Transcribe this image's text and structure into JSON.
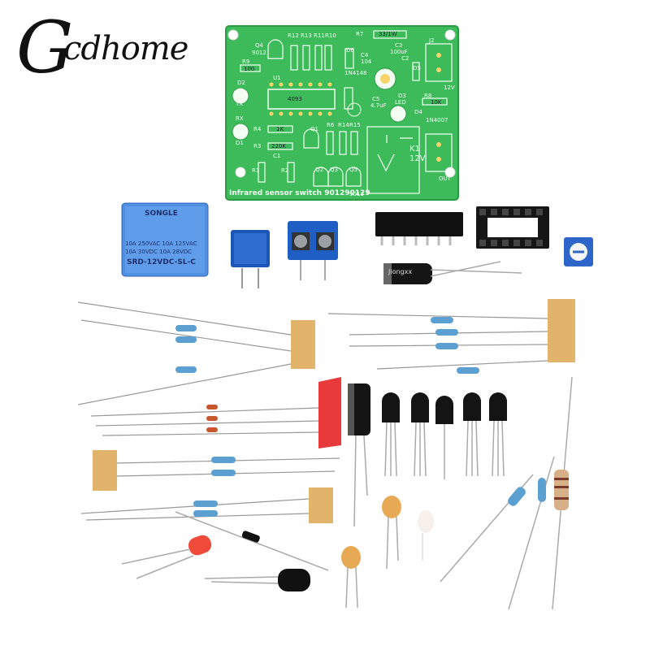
{
  "logo": {
    "initial": "G",
    "rest": "cdhome"
  },
  "pcb": {
    "title": "Infrared sensor switch 901290129",
    "labels": [
      "Q4",
      "9012",
      "R12",
      "R13",
      "R11",
      "R10",
      "R7",
      "33/1W",
      "J2",
      "C3",
      "100uF",
      "C4",
      "104",
      "R9",
      "100",
      "U1",
      "4093",
      "D2",
      "TX",
      "C2",
      "D5",
      "12V",
      "D6",
      "1N4148",
      "R8",
      "10K",
      "D3",
      "LED",
      "D4",
      "1N4007",
      "C5",
      "4.7uF",
      "RX",
      "D1",
      "R4",
      "1K",
      "R3",
      "220K",
      "Q1",
      "R6",
      "R14",
      "R15",
      "K1",
      "12V",
      "C1",
      "R1",
      "R2",
      "Q2",
      "Q3",
      "Q5",
      "9013",
      "OUT"
    ]
  },
  "relay": {
    "brand": "SONGLE",
    "lines": [
      "10A 250VAC  10A 125VAC",
      "10A  30VDC  10A  28VDC",
      "SRD-12VDC-SL-C"
    ]
  },
  "capacitor_brand": "Jiongxx"
}
